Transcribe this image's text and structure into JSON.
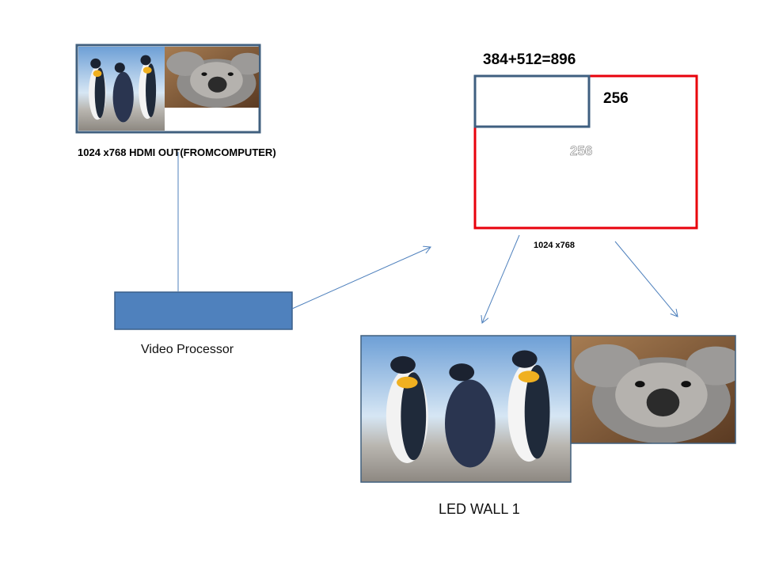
{
  "source": {
    "label": "1024 x768  HDMI  OUT(FROMCOMPUTER)"
  },
  "processor": {
    "label": "Video Processor",
    "fill": "#4f81bd"
  },
  "mapping": {
    "width_label": "384+512=896",
    "height_label": "256",
    "inner_label": "256",
    "resolution_label": "1024 x768",
    "outer_color": "#e8000b",
    "inner_color": "#3f5f80"
  },
  "output": {
    "label": "LED WALL 1"
  },
  "icons": [
    "penguins-image",
    "koala-image",
    "arrow"
  ]
}
